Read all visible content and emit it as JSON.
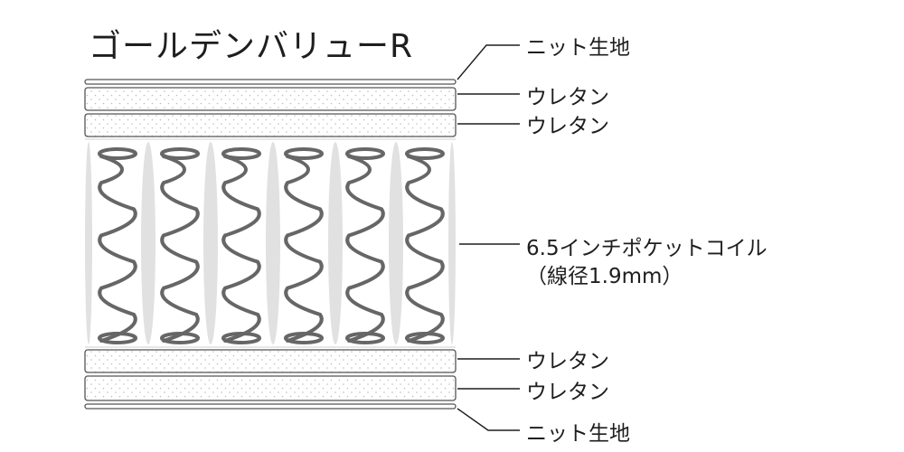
{
  "title": "ゴールデンバリューR",
  "layers": [
    {
      "id": "top-fabric",
      "material": "ニット生地"
    },
    {
      "id": "top-urethane-1",
      "material": "ウレタン"
    },
    {
      "id": "top-urethane-2",
      "material": "ウレタン"
    },
    {
      "id": "coil",
      "material": "6.5インチポケットコイル",
      "note": "（線径1.9mm）"
    },
    {
      "id": "bottom-urethane-1",
      "material": "ウレタン"
    },
    {
      "id": "bottom-urethane-2",
      "material": "ウレタン"
    },
    {
      "id": "bottom-fabric",
      "material": "ニット生地"
    }
  ],
  "colors": {
    "outline": "#555555",
    "dots": "#bdbdbd",
    "pocket": "#e1e1e1",
    "coil": "#666666",
    "leader": "#1e1e1e"
  }
}
